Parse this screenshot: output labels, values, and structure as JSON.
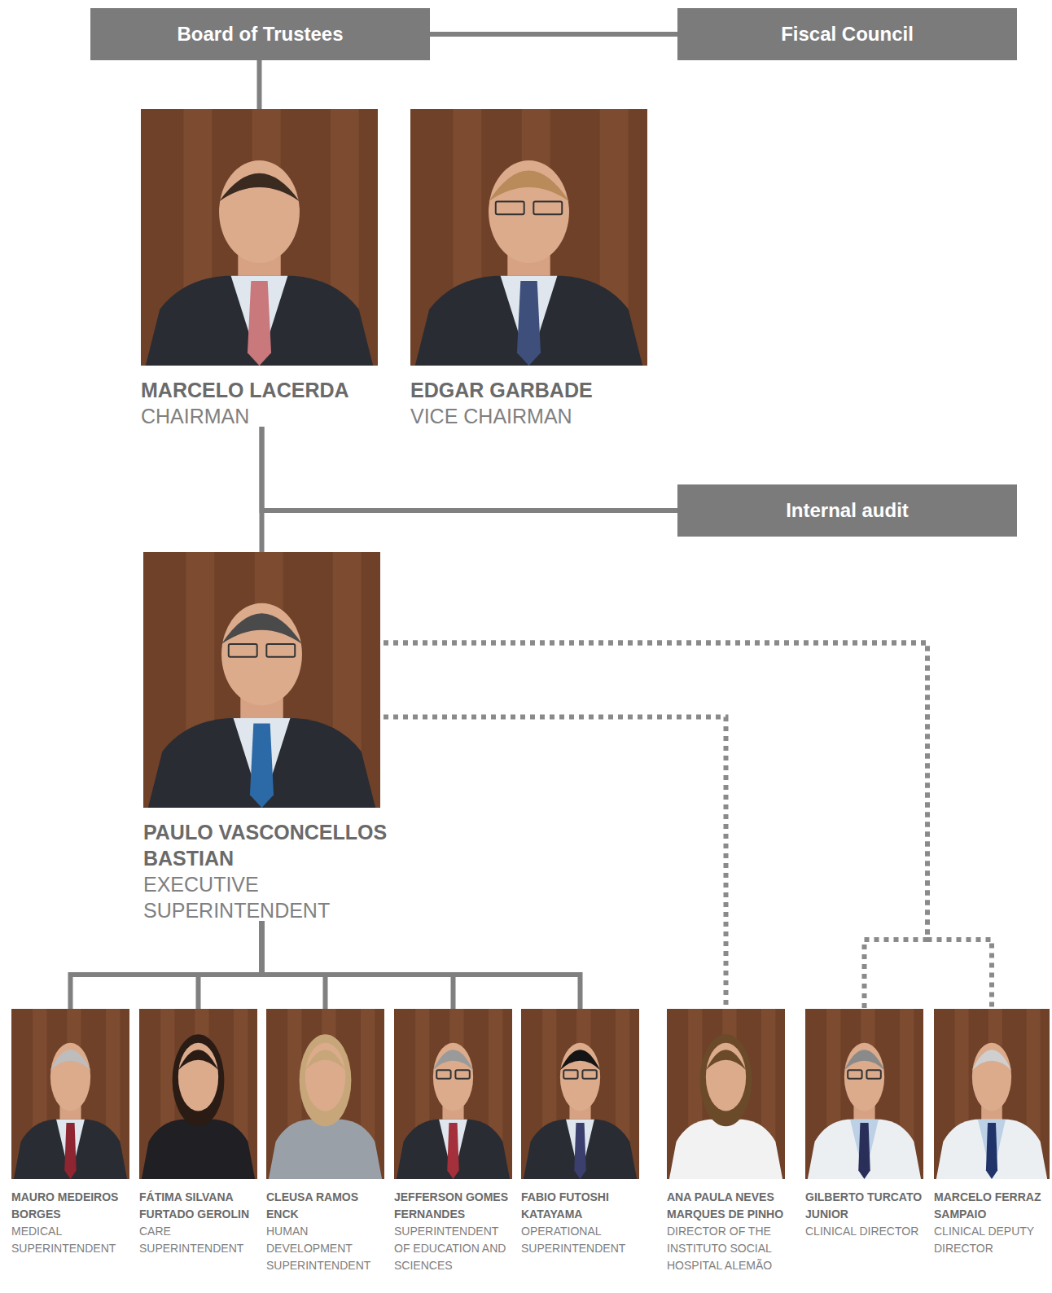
{
  "diagram": {
    "nodes": [
      {
        "text": [
          "Board of Trustees"
        ]
      },
      {
        "text": [
          "Fiscal Council"
        ]
      },
      {
        "text": [
          "MARCELO LACERDA",
          "CHAIRMAN"
        ]
      },
      {
        "text": [
          "EDGAR GARBADE",
          "VICE CHAIRMAN"
        ]
      },
      {
        "text": [
          "Internal audit"
        ]
      },
      {
        "text": [
          "PAULO VASCONCELLOS BASTIAN",
          "EXECUTIVE SUPERINTENDENT"
        ]
      },
      {
        "text": [
          "MAURO MEDEIROS BORGES",
          "MEDICAL SUPERINTENDENT"
        ]
      },
      {
        "text": [
          "FÁTIMA SILVANA FURTADO GEROLIN",
          "CARE SUPERINTENDENT"
        ]
      },
      {
        "text": [
          "CLEUSA RAMOS ENCK",
          "HUMAN DEVELOPMENT SUPERINTENDENT"
        ]
      },
      {
        "text": [
          "JEFFERSON GOMES FERNANDES",
          "SUPERINTENDENT OF EDUCATION AND SCIENCES"
        ]
      },
      {
        "text": [
          "FABIO FUTOSHI KATAYAMA",
          "OPERATIONAL SUPERINTENDENT"
        ]
      },
      {
        "text": [
          "ANA PAULA NEVES MARQUES DE PINHO",
          "DIRECTOR OF THE INSTITUTO SOCIAL HOSPITAL ALEMÃO"
        ]
      },
      {
        "text": [
          "GILBERTO TURCATO JUNIOR",
          "CLINICAL DIRECTOR"
        ]
      },
      {
        "text": [
          "MARCELO FERRAZ SAMPAIO",
          "CLINICAL DEPUTY DIRECTOR"
        ]
      }
    ],
    "edges": [
      {
        "from": 0,
        "to": 1,
        "arrow": "none"
      },
      {
        "from": 0,
        "to": 2,
        "arrow": "none"
      },
      {
        "from": 2,
        "to": 5,
        "arrow": "none"
      },
      {
        "from": 2,
        "to": 4,
        "arrow": "none"
      },
      {
        "from": 5,
        "to": 6,
        "arrow": "none"
      },
      {
        "from": 5,
        "to": 7,
        "arrow": "none"
      },
      {
        "from": 5,
        "to": 8,
        "arrow": "none"
      },
      {
        "from": 5,
        "to": 9,
        "arrow": "none"
      },
      {
        "from": 5,
        "to": 10,
        "arrow": "none"
      },
      {
        "from": 5,
        "to": 11,
        "arrow": "none"
      },
      {
        "from": 5,
        "to": 12,
        "arrow": "none"
      },
      {
        "from": 5,
        "to": 13,
        "arrow": "none"
      }
    ]
  }
}
